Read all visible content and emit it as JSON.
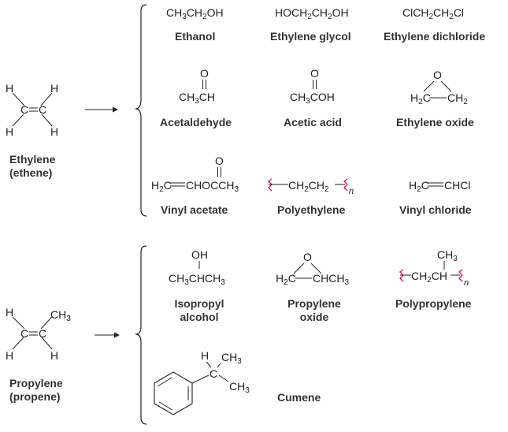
{
  "ethylene": {
    "name": "Ethylene",
    "alt": "(ethene)",
    "products": {
      "ethanol": "Ethanol",
      "ethylene_glycol": "Ethylene glycol",
      "ethylene_dichloride": "Ethylene dichloride",
      "acetaldehyde": "Acetaldehyde",
      "acetic_acid": "Acetic acid",
      "ethylene_oxide": "Ethylene oxide",
      "vinyl_acetate": "Vinyl acetate",
      "polyethylene": "Polyethylene",
      "vinyl_chloride": "Vinyl chloride"
    }
  },
  "propylene": {
    "name": "Propylene",
    "alt": "(propene)",
    "products": {
      "isopropyl_alcohol_1": "Isopropyl",
      "isopropyl_alcohol_2": "alcohol",
      "propylene_oxide_1": "Propylene",
      "propylene_oxide_2": "oxide",
      "polypropylene": "Polypropylene",
      "cumene": "Cumene"
    }
  },
  "colors": {
    "ink": "#222222",
    "polymer_mark": "#d4145a"
  }
}
